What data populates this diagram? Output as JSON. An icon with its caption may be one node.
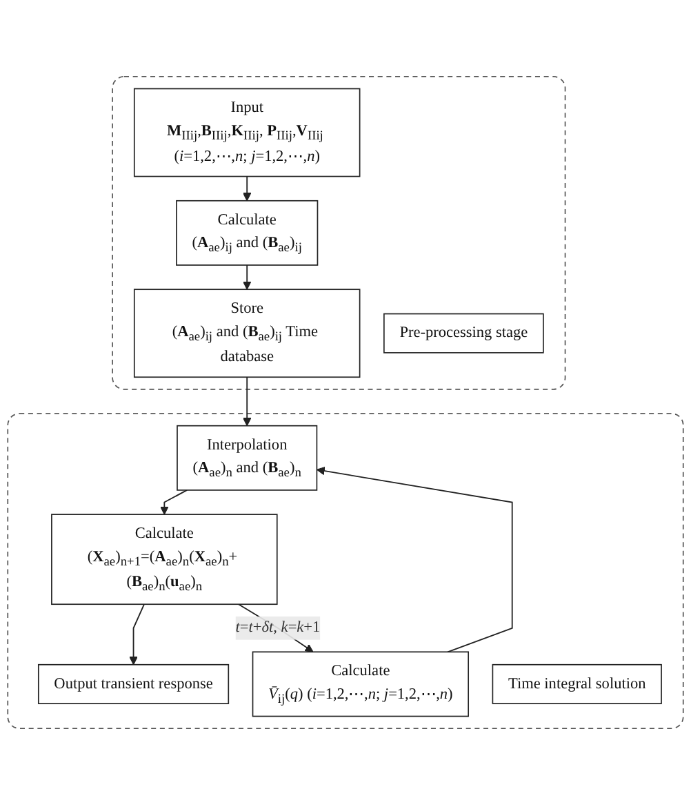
{
  "diagram": {
    "nodes": [
      {
        "text": [],
        "shape": "box"
      },
      {
        "text": [
          "Input",
          "**M**$_{IIij}$,**B**$_{IIij}$,**K**$_{IIij}$, **P**$_{IIij}$,**V**$_{IIij}$ (*i*=1,2,⋯,*n*; *j*=1,2,⋯,*n*)"
        ],
        "in": 0
      },
      {
        "text": [
          "Calculate",
          "(**A**$_{ae}$)$_{ij}$ and (**B**$_{ae}$)$_{ij}$"
        ],
        "in": 0
      },
      {
        "text": [
          "Store",
          "(**A**$_{ae}$)$_{ij}$ and (**B**$_{ae}$)$_{ij}$ Time database"
        ],
        "in": 0
      },
      {
        "text": [
          "Pre-processing stage"
        ],
        "in": 0
      },
      {
        "text": [],
        "shape": "box"
      },
      {
        "text": [
          "Calculate",
          "*V̄*$_{ij}$(*q*) (*i*=1,2,⋯,*n*; *j*=1,2,⋯,*n*)"
        ],
        "in": 5
      },
      {
        "text": [
          "Interpolation",
          "(**A**$_{ae}$)$_{n}$ and (**B**$_{ae}$)$_{n}$"
        ],
        "in": 5
      },
      {
        "text": [
          "Calculate",
          "(**X**$_{ae}$)$_{n+1}$=(**A**$_{ae}$)$_{n}$(**X**$_{ae}$)$_{n}$+ (**B**$_{ae}$)$_{n}$(**u**$_{ae}$)$_{n}$"
        ],
        "in": 5
      },
      {
        "text": [
          "Output transient response"
        ],
        "in": 5
      },
      {
        "text": [
          "Time integral solution"
        ],
        "in": 5
      }
    ],
    "edges": [
      {
        "from": 1,
        "to": 2,
        "arrow": "to"
      },
      {
        "from": 2,
        "to": 3,
        "arrow": "to"
      },
      {
        "from": 3,
        "to": 7,
        "arrow": "to"
      },
      {
        "from": 6,
        "to": 7,
        "arrow": "to"
      },
      {
        "from": 7,
        "to": 8,
        "arrow": "to"
      },
      {
        "from": 8,
        "to": 9,
        "arrow": "to"
      },
      {
        "from": 8,
        "to": 6,
        "arrow": "to",
        "label": "*t*=*t*+*δt*, *k*=*k*+1"
      }
    ]
  }
}
